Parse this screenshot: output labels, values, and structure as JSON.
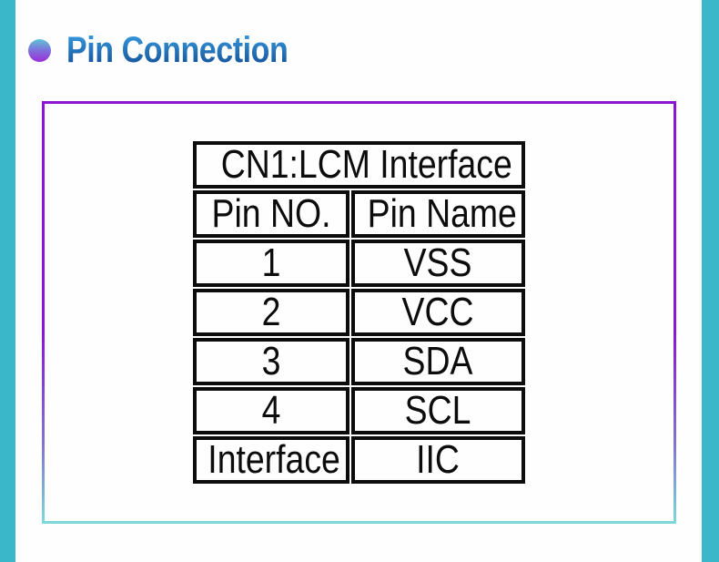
{
  "heading": {
    "title": "Pin Connection"
  },
  "table": {
    "title": "CN1:LCM Interface",
    "columns": [
      "Pin NO.",
      "Pin Name"
    ],
    "rows": [
      [
        "1",
        "VSS"
      ],
      [
        "2",
        "VCC"
      ],
      [
        "3",
        "SDA"
      ],
      [
        "4",
        "SCL"
      ],
      [
        "Interface",
        "IIC"
      ]
    ]
  },
  "colors": {
    "sidebar_teal": "#3ab7c8",
    "panel_border_top": "#8a16d4",
    "panel_border_bottom": "#7ed8da",
    "heading_blue_top": "#3596da",
    "heading_blue_bottom": "#17559c",
    "bullet_top": "#5fc3d6",
    "bullet_bottom": "#9d2ed8",
    "table_ink": "#0c0c0c"
  }
}
